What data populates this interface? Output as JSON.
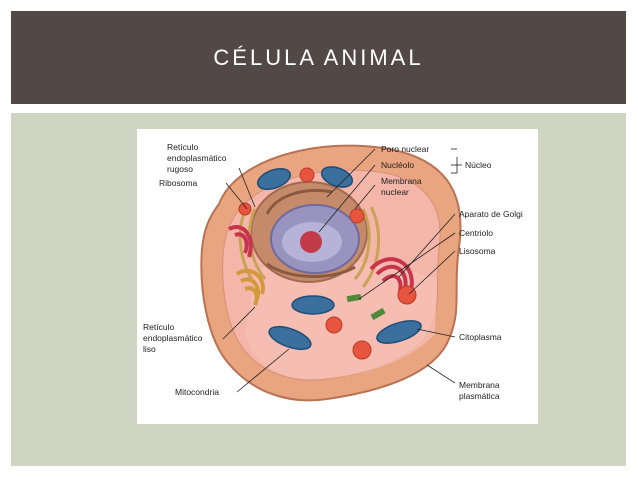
{
  "header": {
    "title": "CÉLULA ANIMAL"
  },
  "diagram": {
    "labels": {
      "reticulo_rugoso": [
        "Retículo",
        "endoplasmático",
        "rugoso"
      ],
      "ribosoma": "Ribosoma",
      "poro_nuclear": "Poro nuclear",
      "nucleolo": "Nucléolo",
      "membrana_nuclear": [
        "Membrana",
        "nuclear"
      ],
      "nucleo": "Núcleo",
      "aparato_golgi": "Aparato de Golgi",
      "centriolo": "Centriolo",
      "lisosoma": "Lisosoma",
      "reticulo_liso": [
        "Retículo",
        "endoplasmático",
        "liso"
      ],
      "citoplasma": "Citoplasma",
      "mitocondria": "Mitocondria",
      "membrana_plasmatica": [
        "Membrana",
        "plasmática"
      ]
    }
  }
}
